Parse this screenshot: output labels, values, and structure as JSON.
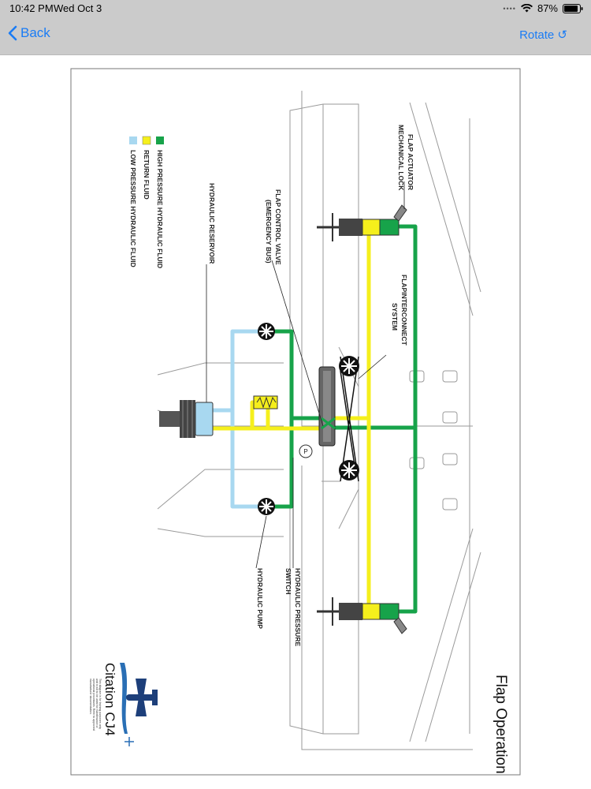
{
  "status_bar": {
    "time": "10:42 PM",
    "date": "Wed Oct 3",
    "battery": "87%"
  },
  "nav": {
    "back_label": "Back",
    "rotate_label": "Rotate ↺"
  },
  "diagram": {
    "title": "Flap Operation",
    "brand": "Citation CJ4",
    "fineprint": [
      "This diagram is for training purposes only",
      "and is not to be used for maintenance or",
      "operational procedures. Refer to approved",
      "manufacturer documentation."
    ],
    "legend": [
      {
        "label": "HIGH PRESSURE HYDRAULIC FLUID",
        "color": "#17a34a"
      },
      {
        "label": "RETURN FLUID",
        "color": "#f5ef1c"
      },
      {
        "label": "LOW PRESSURE HYDRAULIC FLUID",
        "color": "#a8d8f0"
      }
    ],
    "labels": {
      "flap_actuator": [
        "FLAP ACTUATOR",
        "MECHANICAL LOCK"
      ],
      "flap_interconnect": [
        "FLAPINTERCONNECT",
        "SYSTEM"
      ],
      "flap_control_valve": [
        "FLAP CONTROL VALVE",
        "(EMERGENCY BUS)"
      ],
      "hydraulic_reservoir": [
        "HYDRAULIC RESERVOIR"
      ],
      "hydraulic_pressure_switch": [
        "HYDRAULIC PRESSURE",
        "SWITCH"
      ],
      "hydraulic_pump": [
        "HYDRAULIC PUMP"
      ],
      "pressure_switch_symbol": "P"
    }
  }
}
